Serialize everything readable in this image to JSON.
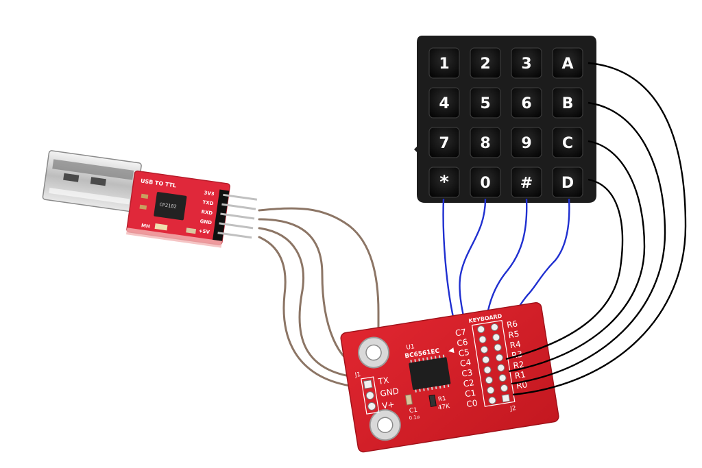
{
  "keypad": {
    "keys": [
      [
        "1",
        "2",
        "3",
        "A"
      ],
      [
        "4",
        "5",
        "6",
        "B"
      ],
      [
        "7",
        "8",
        "9",
        "C"
      ],
      [
        "*",
        "0",
        "#",
        "D"
      ]
    ]
  },
  "usb_module": {
    "title": "USB TO TTL",
    "pins": [
      "3V3",
      "TXD",
      "RXD",
      "GND",
      "+5V"
    ],
    "chip": "CP2102",
    "extra": "MH"
  },
  "pcb": {
    "chip_ref": "U1",
    "chip_name": "BC6561EC",
    "j1_label": "J1",
    "j1_pins": [
      "TX",
      "GND",
      "V+"
    ],
    "j2_label": "J2",
    "header_title": "KEYBOARD",
    "col_labels": [
      "C7",
      "C6",
      "C5",
      "C4",
      "C3",
      "C2",
      "C1",
      "C0"
    ],
    "row_labels": [
      "R6",
      "R5",
      "R4",
      "R3",
      "R2",
      "R1",
      "R0"
    ],
    "cap_ref": "C1",
    "cap_val": "0.1u",
    "res_ref": "R1",
    "res_val": "47K"
  },
  "colors": {
    "pcb": "#d8202a",
    "usb_pcb": "#e0283a",
    "keypad": "#1c1c1c",
    "key": "#0d0d0d",
    "wire_blue": "#1f2fd0",
    "wire_black": "#000000",
    "wire_brown": "#8c7565"
  }
}
